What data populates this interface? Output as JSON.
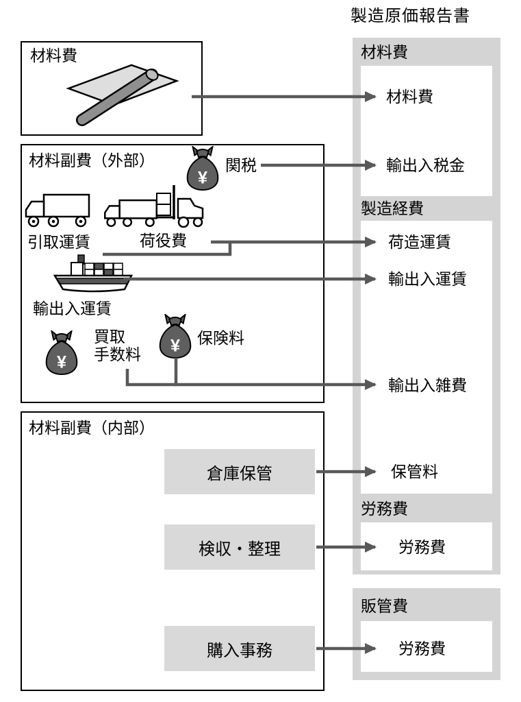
{
  "title": "製造原価報告書",
  "left": {
    "material_box": {
      "label": "材料費"
    },
    "external_box": {
      "label": "材料副費（外部）",
      "customs": "関税",
      "pickup_freight": "引取運賃",
      "handling_cost": "荷役費",
      "imex_freight": "輸出入運賃",
      "purchase_fee": "買取\n手数料",
      "insurance": "保険料"
    },
    "internal_box": {
      "label": "材料副費（内部）",
      "warehouse_storage": "倉庫保管",
      "inspection_sorting": "検収・整理",
      "purchasing_admin": "購入事務"
    }
  },
  "report": {
    "material": {
      "header": "材料費",
      "items": {
        "material": "材料費",
        "imex_tax": "輸出入税金"
      }
    },
    "manufacturing": {
      "header": "製造経費",
      "items": {
        "packing_freight": "荷造運賃",
        "imex_freight": "輸出入運賃",
        "imex_misc": "輸出入雑費",
        "storage_fee": "保管料"
      }
    },
    "labor": {
      "header": "労務費",
      "items": {
        "labor": "労務費"
      }
    },
    "sga": {
      "header": "販管費",
      "items": {
        "labor": "労務費"
      }
    }
  },
  "icons": {
    "yen": "¥"
  },
  "colors": {
    "panel": "#d4d4d4",
    "item_box": "#d9d9d9",
    "arrow": "#595959",
    "border": "#000000"
  }
}
